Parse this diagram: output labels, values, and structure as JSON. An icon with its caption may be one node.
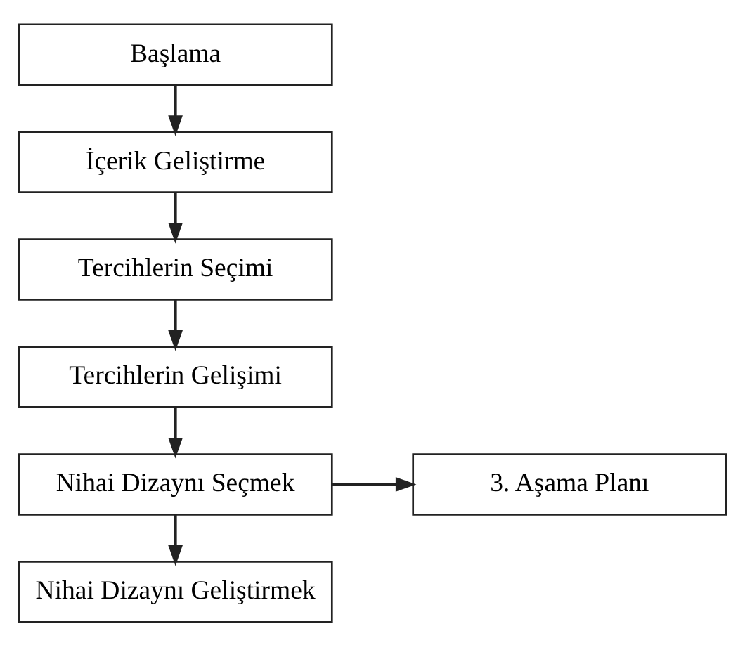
{
  "diagram": {
    "nodes": [
      {
        "text": [
          "Başlama"
        ]
      },
      {
        "text": [
          "İçerik Geliştirme"
        ]
      },
      {
        "text": [
          "Tercihlerin Seçimi"
        ]
      },
      {
        "text": [
          "Tercihlerin Gelişimi"
        ]
      },
      {
        "text": [
          "Nihai Dizaynı Seçmek"
        ]
      },
      {
        "text": [
          "3. Aşama Planı"
        ]
      },
      {
        "text": [
          "Nihai Dizaynı Geliştirmek"
        ]
      }
    ],
    "edges": [
      {
        "from": 0,
        "to": 1,
        "arrow": "to"
      },
      {
        "from": 1,
        "to": 2,
        "arrow": "to"
      },
      {
        "from": 2,
        "to": 3,
        "arrow": "to"
      },
      {
        "from": 3,
        "to": 4,
        "arrow": "to"
      },
      {
        "from": 4,
        "to": 5,
        "arrow": "to"
      },
      {
        "from": 4,
        "to": 6,
        "arrow": "to"
      }
    ]
  }
}
